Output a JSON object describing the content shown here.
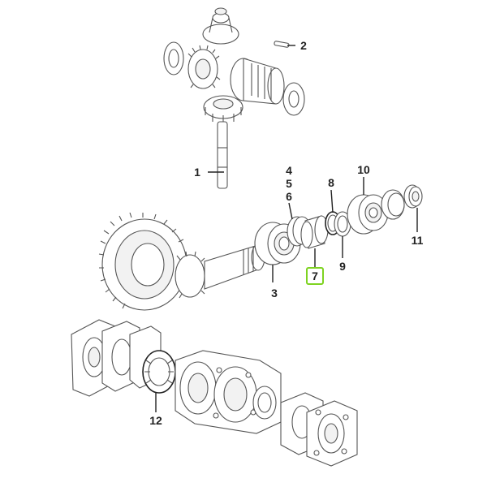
{
  "callouts": [
    {
      "id": "1",
      "text": "1"
    },
    {
      "id": "2",
      "text": "2"
    },
    {
      "id": "3",
      "text": "3"
    },
    {
      "id": "4",
      "text": "4"
    },
    {
      "id": "5",
      "text": "5"
    },
    {
      "id": "6",
      "text": "6"
    },
    {
      "id": "7",
      "text": "7"
    },
    {
      "id": "8",
      "text": "8"
    },
    {
      "id": "9",
      "text": "9"
    },
    {
      "id": "10",
      "text": "10"
    },
    {
      "id": "11",
      "text": "11"
    },
    {
      "id": "12",
      "text": "12"
    }
  ],
  "highlighted_callout": "7",
  "colors": {
    "highlight": "#7ed321",
    "line": "#555555",
    "text": "#222222"
  }
}
